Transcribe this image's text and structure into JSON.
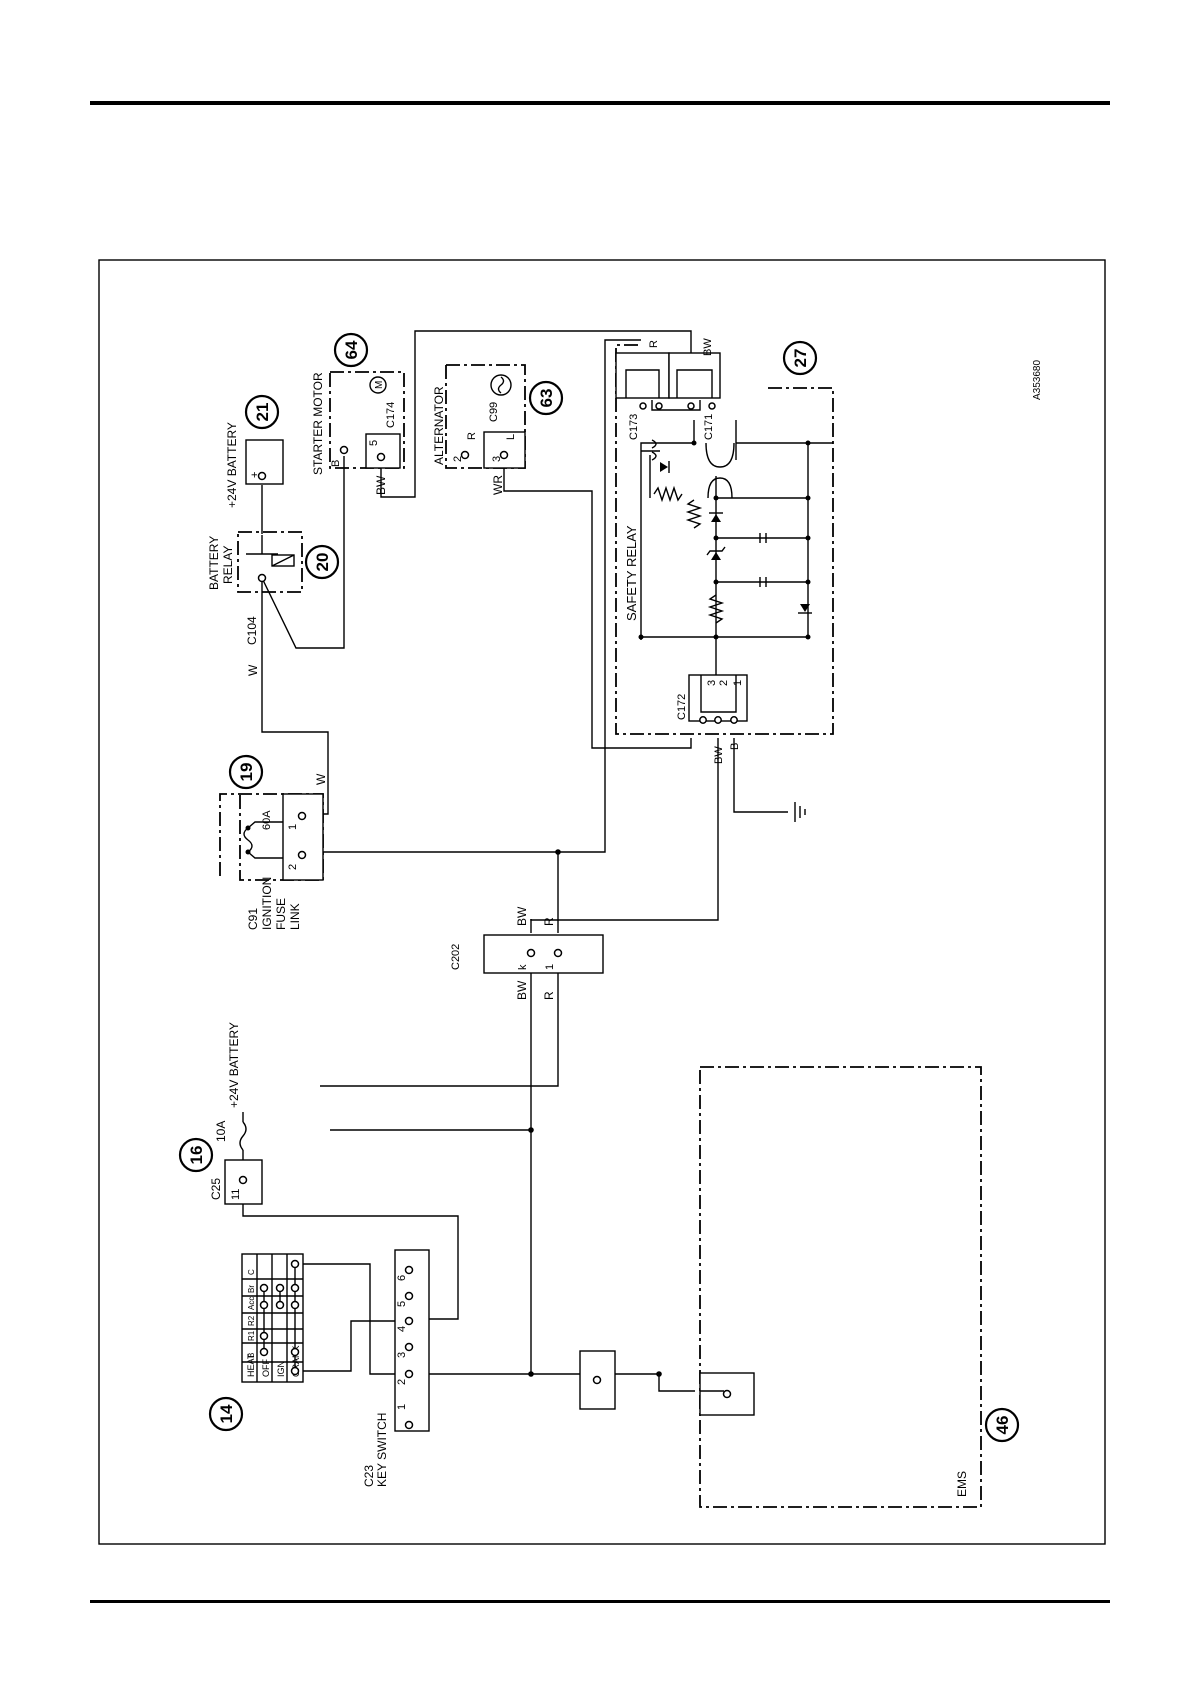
{
  "reference": "A353680",
  "components": {
    "c14": {
      "number": "14",
      "rows": [
        "HEAT",
        "OFF",
        "IGN",
        "CRANK"
      ],
      "cols": [
        "B",
        "R1",
        "R2",
        "Acc",
        "Br",
        "C"
      ]
    },
    "c16": {
      "number": "16",
      "fuse": "10A",
      "supply": "+24V BATTERY",
      "connector": "C25",
      "pin": "11"
    },
    "c19": {
      "number": "19",
      "rating": "60A",
      "connector": "C91",
      "line1": "IGNITION",
      "line2": "FUSE",
      "line3": "LINK",
      "pin1": "1",
      "pin2": "2"
    },
    "c20": {
      "number": "20",
      "line1": "BATTERY",
      "line2": "RELAY",
      "connector": "C104"
    },
    "c21": {
      "number": "21",
      "name": "+24V BATTERY",
      "plus": "+"
    },
    "c23": {
      "connector": "C23",
      "name": "KEY SWITCH",
      "pins": [
        "1",
        "2",
        "3",
        "4",
        "5",
        "6"
      ]
    },
    "c27": {
      "number": "27",
      "name": "SAFETY RELAY",
      "c171": "C171",
      "c172": "C172",
      "c173": "C173",
      "c172_pins": [
        "3",
        "2",
        "1"
      ]
    },
    "c46": {
      "number": "46",
      "name": "EMS"
    },
    "c63": {
      "number": "63",
      "name": "ALTERNATOR",
      "connector": "C99",
      "pins": [
        "2",
        "3"
      ],
      "labels": [
        "R",
        "L"
      ]
    },
    "c64": {
      "number": "64",
      "name": "STARTER MOTOR",
      "connector": "C174",
      "term_b": "B",
      "pin": "5",
      "motor": "M"
    },
    "c202": {
      "connector": "C202",
      "pins": [
        "k",
        "1"
      ]
    }
  },
  "wires": {
    "w": "W",
    "bw": "BW",
    "r": "R",
    "wr": "WR",
    "b": "B"
  }
}
